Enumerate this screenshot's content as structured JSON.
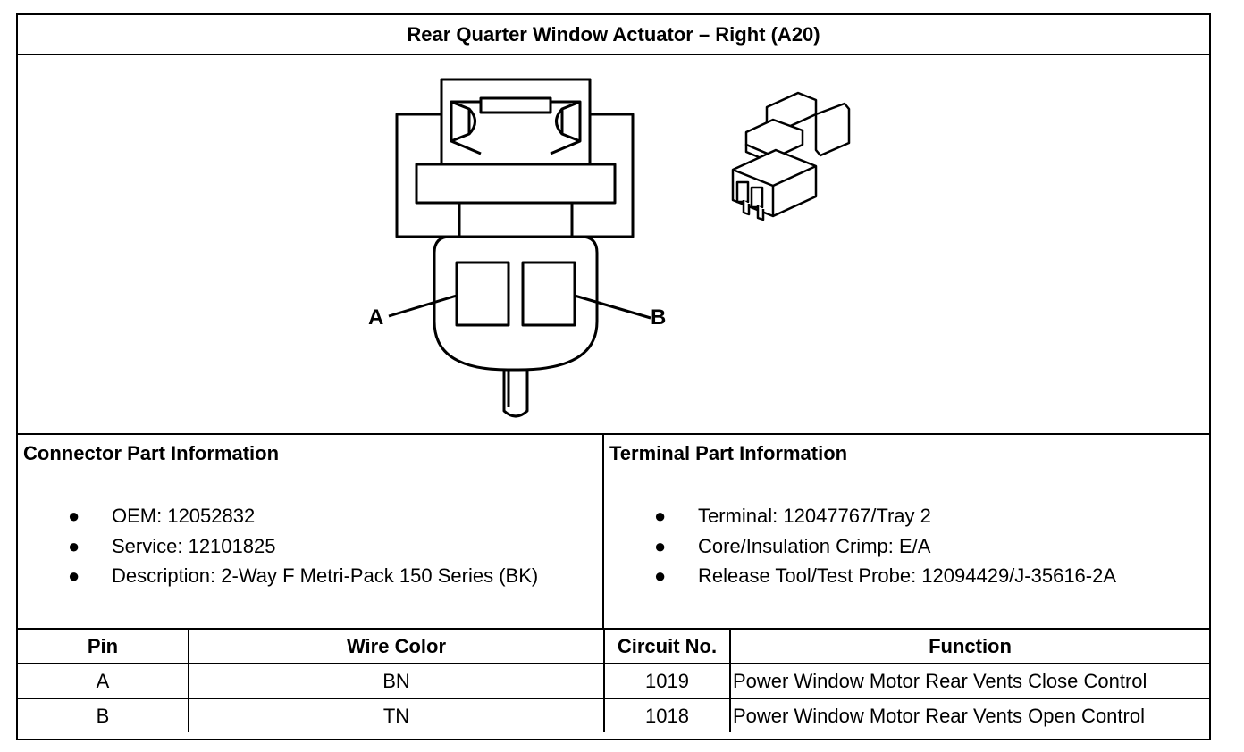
{
  "title": "Rear Quarter Window Actuator – Right (A20)",
  "drawing": {
    "pin_a_label": "A",
    "pin_b_label": "B"
  },
  "connector_info": {
    "heading": "Connector Part Information",
    "items": [
      "OEM: 12052832",
      "Service: 12101825",
      "Description: 2-Way F Metri-Pack 150 Series (BK)"
    ]
  },
  "terminal_info": {
    "heading": "Terminal Part Information",
    "items": [
      "Terminal: 12047767/Tray 2",
      "Core/Insulation Crimp: E/A",
      "Release Tool/Test Probe: 12094429/J-35616-2A"
    ]
  },
  "bullet_char": "●",
  "pin_table": {
    "headers": [
      "Pin",
      "Wire Color",
      "Circuit No.",
      "Function"
    ],
    "rows": [
      [
        "A",
        "BN",
        "1019",
        "Power Window Motor Rear Vents Close Control"
      ],
      [
        "B",
        "TN",
        "1018",
        "Power Window Motor Rear Vents Open Control"
      ]
    ]
  }
}
